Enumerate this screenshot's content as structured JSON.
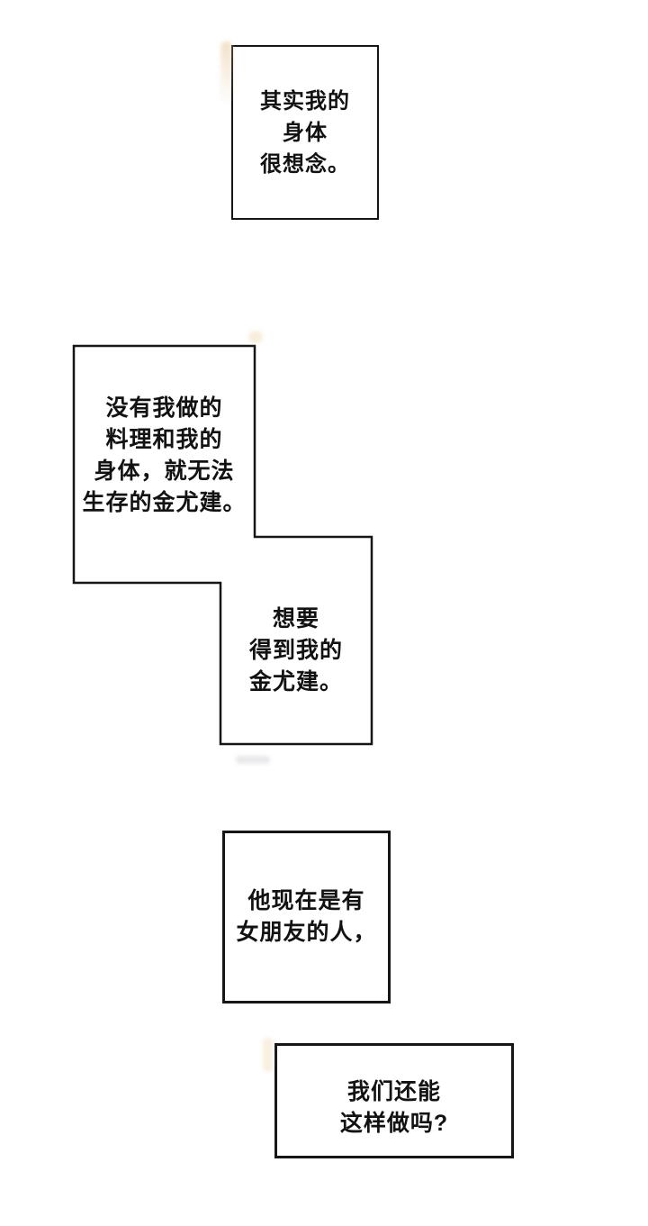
{
  "page": {
    "type": "comic-page",
    "paper_color": "#ffffff",
    "ink_color": "#161616",
    "text_color": "#121212"
  },
  "panels": [
    {
      "name": "narration-box-1",
      "lines": [
        "其实我的",
        "身体",
        "很想念。"
      ]
    },
    {
      "name": "narration-box-2",
      "lines": [
        "没有我做的",
        "料理和我的",
        "身体，就无法",
        "生存的金尤建。"
      ]
    },
    {
      "name": "narration-box-3",
      "lines": [
        "想要",
        "得到我的",
        "金尤建。"
      ]
    },
    {
      "name": "narration-box-4",
      "lines": [
        "他现在是有",
        "女朋友的人，"
      ]
    },
    {
      "name": "narration-box-5",
      "lines": [
        "我们还能",
        "这样做吗?"
      ]
    }
  ]
}
